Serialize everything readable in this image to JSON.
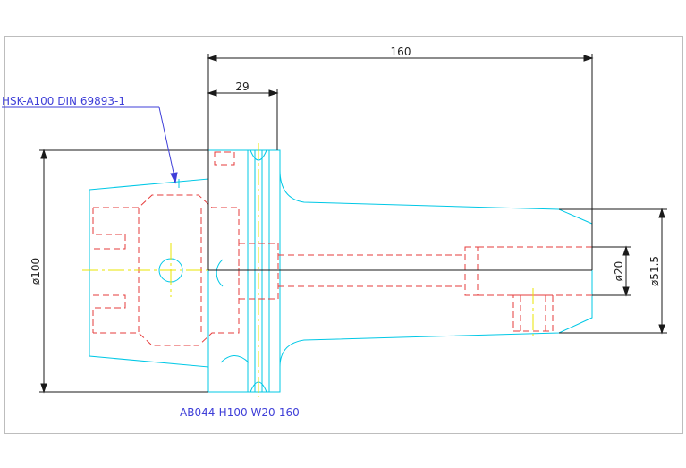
{
  "drawing": {
    "part_callout": "HSK-A100 DIN 69893-1",
    "part_number": "AB044-H100-W20-160",
    "dim_total_length": "160",
    "dim_flange_width": "29",
    "dim_flange_diameter": "ø100",
    "dim_shank_diameter": "ø51.5",
    "dim_bore_diameter": "ø20"
  },
  "colors": {
    "outline": "#00c8e6",
    "hidden": "#e63b3b",
    "center": "#e8e400",
    "dimension": "#1a1a1a",
    "callout": "#3f3fd8"
  }
}
